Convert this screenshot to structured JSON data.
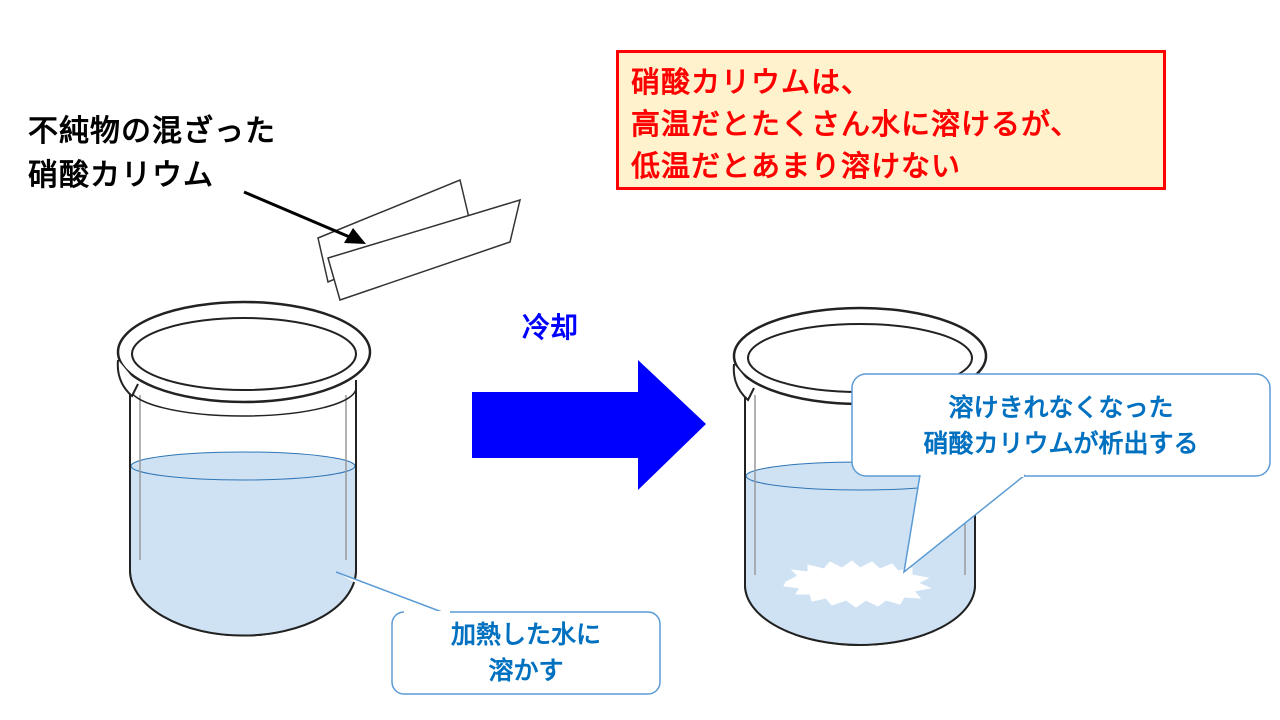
{
  "impure_label": {
    "lines": [
      "不純物の混ざった",
      "硝酸カリウム"
    ]
  },
  "info_box": {
    "lines": [
      "硝酸カリウムは、",
      "高温だとたくさん水に溶けるが、",
      "低温だとあまり溶けない"
    ],
    "text_color": "#ff0000",
    "background": "#fff2cc",
    "border_color": "#ff0000"
  },
  "cooling_arrow": {
    "label": "冷却",
    "color": "#0000ff"
  },
  "left_callout": {
    "lines": [
      "加熱した水に",
      "溶かす"
    ],
    "text_color": "#0070c0"
  },
  "right_callout": {
    "lines": [
      "溶けきれなくなった",
      "硝酸カリウムが析出する"
    ],
    "text_color": "#0070c0"
  },
  "colors": {
    "solution": "#cfe2f3",
    "outline": "#222222",
    "callout_border": "#5b9bd5"
  }
}
